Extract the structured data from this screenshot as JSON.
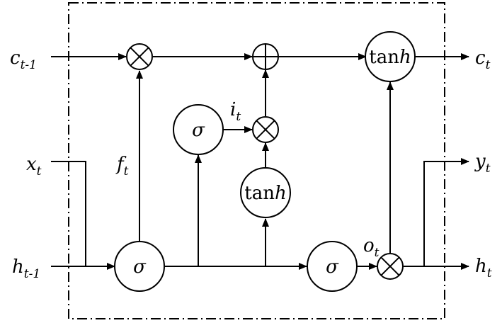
{
  "inputs": {
    "c": {
      "base": "c",
      "sub": "t-1"
    },
    "x": {
      "base": "x",
      "sub": "t"
    },
    "h": {
      "base": "h",
      "sub": "t-1"
    }
  },
  "outputs": {
    "c": {
      "base": "c",
      "sub": "t"
    },
    "y": {
      "base": "y",
      "sub": "t"
    },
    "h": {
      "base": "h",
      "sub": "t"
    }
  },
  "gates": {
    "forget": {
      "base": "f",
      "sub": "t"
    },
    "input": {
      "base": "i",
      "sub": "t"
    },
    "output": {
      "base": "o",
      "sub": "t"
    }
  },
  "nodes": {
    "sigma": "σ",
    "tanh_prefix": "tan",
    "tanh_suffix": "h",
    "multiply": "⊗",
    "add": "⊕"
  }
}
